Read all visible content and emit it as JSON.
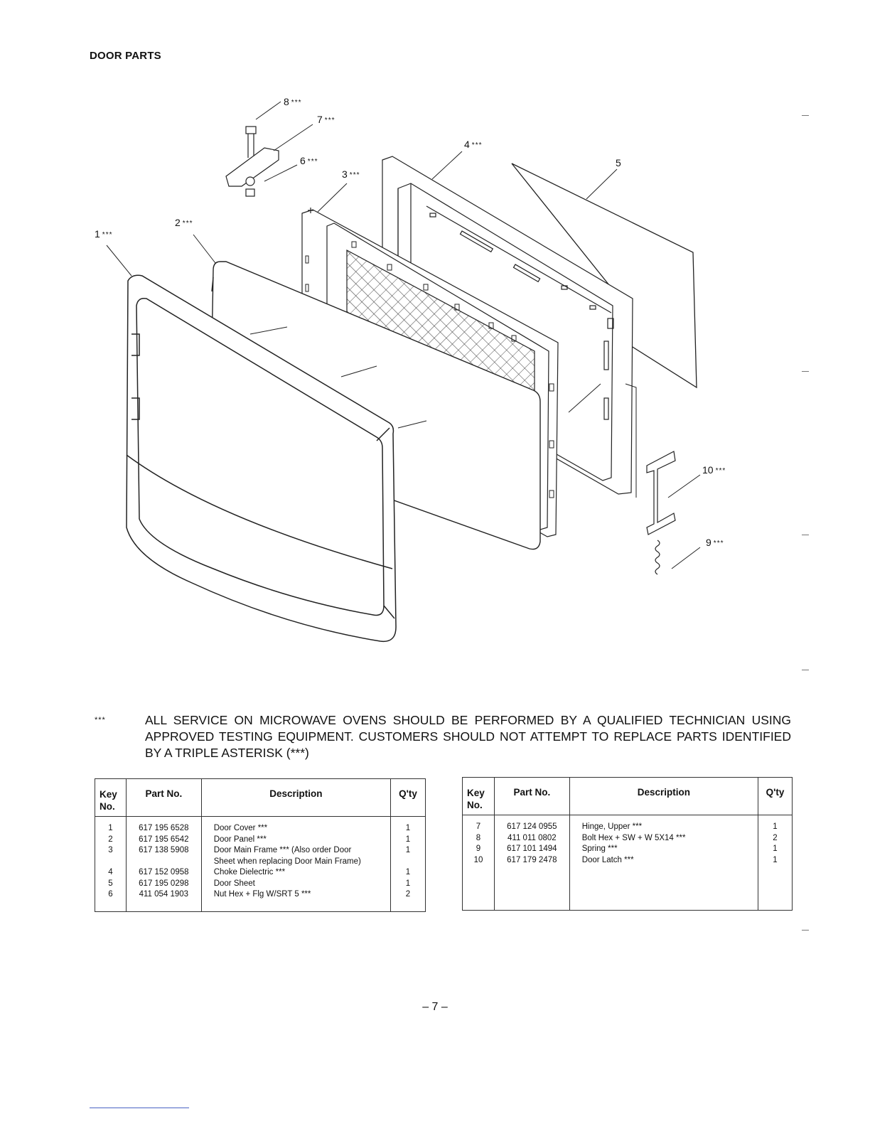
{
  "page": {
    "title": "DOOR PARTS",
    "page_number": "– 7 –"
  },
  "callouts": [
    {
      "key": "1",
      "asterisk": "***"
    },
    {
      "key": "2",
      "asterisk": "***"
    },
    {
      "key": "3",
      "asterisk": "***"
    },
    {
      "key": "4",
      "asterisk": "***"
    },
    {
      "key": "5",
      "asterisk": ""
    },
    {
      "key": "6",
      "asterisk": "***"
    },
    {
      "key": "7",
      "asterisk": "***"
    },
    {
      "key": "8",
      "asterisk": "***"
    },
    {
      "key": "9",
      "asterisk": "***"
    },
    {
      "key": "10",
      "asterisk": "***"
    }
  ],
  "notice": {
    "mark": "***",
    "text": "ALL SERVICE ON MICROWAVE OVENS SHOULD BE PERFORMED BY A QUALIFIED TECHNICIAN USING APPROVED TESTING EQUIPMENT. CUSTOMERS SHOULD NOT ATTEMPT TO REPLACE PARTS IDENTIFIED BY A TRIPLE ASTERISK (***)"
  },
  "table_headers": {
    "key": "Key\nNo.",
    "part": "Part No.",
    "desc": "Description",
    "qty": "Q'ty"
  },
  "tables": [
    {
      "key": "1\n2\n3\n\n4\n5\n6",
      "part": "617 195 6528\n617 195 6542\n617 138 5908\n\n617 152 0958\n617 195 0298\n411 054 1903",
      "desc": "Door Cover ***\nDoor Panel ***\nDoor Main Frame *** (Also order Door\nSheet when replacing Door Main Frame)\nChoke Dielectric ***\nDoor Sheet\nNut Hex + Flg W/SRT 5 ***",
      "qty": "1\n1\n1\n\n1\n1\n2"
    },
    {
      "key": "7\n8\n9\n10",
      "part": "617 124 0955\n411 011 0802\n617 101 1494\n617 179 2478",
      "desc": "Hinge, Upper ***\nBolt Hex + SW + W 5X14 ***\nSpring ***\nDoor Latch ***",
      "qty": "1\n2\n1\n1"
    }
  ]
}
